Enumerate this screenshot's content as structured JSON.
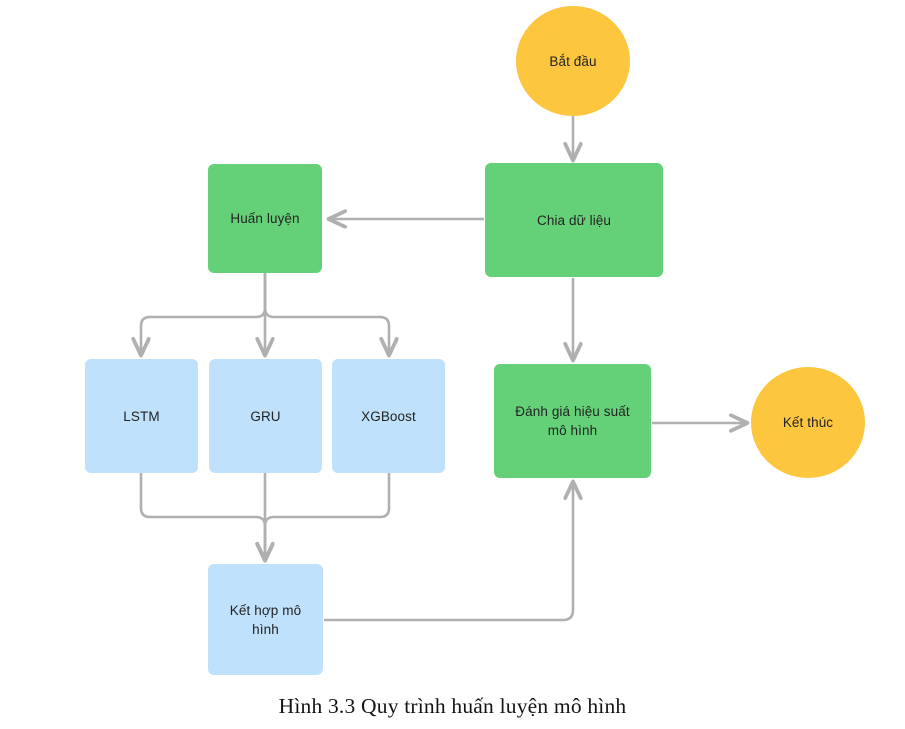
{
  "figure": {
    "caption": "Hình 3.3 Quy trình huấn luyện mô hình",
    "background": "#ffffff",
    "edge_color": "#b0b0b0",
    "text_color": "#232323"
  },
  "palette": {
    "terminal_yellow": "#fcc63f",
    "process_green": "#64d178",
    "model_blue": "#bfe1fc"
  },
  "nodes": {
    "start": {
      "label": "Bắt đầu",
      "shape": "circle",
      "color": "#fcc63f"
    },
    "split_data": {
      "label": "Chia dữ liệu",
      "shape": "rect",
      "color": "#64d178"
    },
    "training": {
      "label": "Huấn luyện",
      "shape": "rect",
      "color": "#64d178"
    },
    "lstm": {
      "label": "LSTM",
      "shape": "rect",
      "color": "#bfe1fc"
    },
    "gru": {
      "label": "GRU",
      "shape": "rect",
      "color": "#bfe1fc"
    },
    "xgboost": {
      "label": "XGBoost",
      "shape": "rect",
      "color": "#bfe1fc"
    },
    "ensemble": {
      "label": "Kết hợp mô\nhình",
      "shape": "rect",
      "color": "#bfe1fc"
    },
    "evaluate": {
      "label": "Đánh giá hiệu suất\nmô hình",
      "shape": "rect",
      "color": "#64d178"
    },
    "end": {
      "label": "Kết thúc",
      "shape": "circle",
      "color": "#fcc63f"
    }
  },
  "edges": [
    {
      "name": "start-to-split-data",
      "from": "start",
      "to": "split_data",
      "direction": "down"
    },
    {
      "name": "split-data-to-training",
      "from": "split_data",
      "to": "training",
      "direction": "left"
    },
    {
      "name": "split-data-to-evaluate",
      "from": "split_data",
      "to": "evaluate",
      "direction": "down"
    },
    {
      "name": "training-to-lstm",
      "from": "training",
      "to": "lstm",
      "direction": "down"
    },
    {
      "name": "training-to-gru",
      "from": "training",
      "to": "gru",
      "direction": "down"
    },
    {
      "name": "training-to-xgboost",
      "from": "training",
      "to": "xgboost",
      "direction": "down"
    },
    {
      "name": "lstm-to-ensemble",
      "from": "lstm",
      "to": "ensemble",
      "direction": "down"
    },
    {
      "name": "gru-to-ensemble",
      "from": "gru",
      "to": "ensemble",
      "direction": "down"
    },
    {
      "name": "xgboost-to-ensemble",
      "from": "xgboost",
      "to": "ensemble",
      "direction": "down"
    },
    {
      "name": "ensemble-to-evaluate",
      "from": "ensemble",
      "to": "evaluate",
      "direction": "up"
    },
    {
      "name": "evaluate-to-end",
      "from": "evaluate",
      "to": "end",
      "direction": "right"
    }
  ]
}
